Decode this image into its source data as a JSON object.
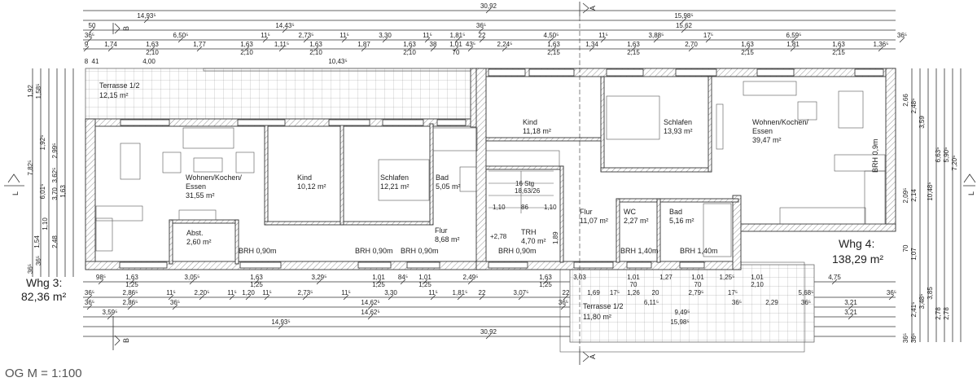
{
  "plan": {
    "caption": "OG   M = 1:100",
    "section_marks": {
      "a": "A",
      "b": "B",
      "l": "L"
    },
    "units": [
      {
        "name": "Whg 3:",
        "area": "82,36 m²"
      },
      {
        "name": "Whg 4:",
        "area": "138,29 m²"
      }
    ],
    "rooms": [
      {
        "name": "Terrasse 1/2",
        "area": "12,15 m²"
      },
      {
        "name": "Wohnen/Kochen/",
        "name2": "Essen",
        "area": "31,55 m²"
      },
      {
        "name": "Kind",
        "area": "10,12 m²"
      },
      {
        "name": "Schlafen",
        "area": "12,21 m²"
      },
      {
        "name": "Bad",
        "area": "5,05 m²"
      },
      {
        "name": "Abst.",
        "area": "2,60 m²"
      },
      {
        "name": "Flur",
        "area": "8,68 m²"
      },
      {
        "name": "Kind",
        "area": "11,18 m²"
      },
      {
        "name": "Schlafen",
        "area": "13,93 m²"
      },
      {
        "name": "Wohnen/Kochen/",
        "name2": "Essen",
        "area": "39,47 m²"
      },
      {
        "name": "Flur",
        "area": "11,07 m²"
      },
      {
        "name": "WC",
        "area": "2,27 m²"
      },
      {
        "name": "Bad",
        "area": "5,16 m²"
      },
      {
        "name": "TRH",
        "area": "4,70 m²"
      },
      {
        "name": "Terrasse 1/2",
        "area": "11,80 m²"
      }
    ],
    "brh": [
      "BRH 0,90m",
      "BRH 0,90m",
      "BRH 0,90m",
      "BRH 0,90m",
      "BRH 1,40m",
      "BRH 1,40m",
      "BRH 0,9m"
    ],
    "stair": {
      "steps": "16 Stg",
      "ratio": "18,63/26",
      "width_l": "1,10",
      "width_m": "86",
      "width_r": "1,10",
      "level": "+2,78",
      "h": "1,89"
    },
    "dims_top": [
      [
        "30,92"
      ],
      [
        "14,93⁵",
        "15,98⁵"
      ],
      [
        "50",
        "14,43⁵",
        "36⁵",
        "15.62"
      ],
      [
        "36⁵",
        "6,50⁵",
        "11⁵",
        "2,73⁵",
        "11⁵",
        "3,30",
        "11⁵",
        "1,81⁵",
        "22",
        "4,50⁵",
        "11⁵",
        "3,88⁵",
        "17⁵",
        "6,59⁵",
        "36⁵"
      ],
      [
        "9",
        "1,74",
        "1,63",
        "1,77",
        "1,63",
        "1,11⁵",
        "1,63",
        "1,87",
        "1,63",
        "38",
        "1,01",
        "43⁵",
        "2,24⁵",
        "1,63",
        "1,34",
        "1,63",
        "2,70",
        "1,63",
        "1,81",
        "1,63",
        "1,36⁵"
      ],
      [
        "2,10",
        "2,10",
        "2,10",
        "2,10",
        "70",
        "2,15",
        "2,15",
        "2,15",
        "2,15"
      ],
      [
        "8",
        "41",
        "4,00",
        "10,43⁵"
      ]
    ],
    "dims_bottom": [
      [
        "98⁵",
        "1,63",
        "3,05⁵",
        "1,63",
        "3,29⁵",
        "1,01",
        "84⁵",
        "1,01",
        "2,49⁵",
        "1,63",
        "3,03",
        "1,01",
        "1,27",
        "1,01",
        "1,25⁵",
        "1,01",
        "4,75"
      ],
      [
        "1,25",
        "1,25",
        "1,25",
        "1,25",
        "1,25",
        "70",
        "70",
        "2,10"
      ],
      [
        "36⁵",
        "2,86⁵",
        "11⁵",
        "2,20⁵",
        "11⁵",
        "1,20",
        "11⁵",
        "2,73⁵",
        "11⁵",
        "3,30",
        "11⁵",
        "1,81⁵",
        "22",
        "3,07⁵",
        "22",
        "1,69",
        "17⁵",
        "1,26",
        "20",
        "2,79⁵",
        "17⁵",
        "5,68⁵",
        "36⁵"
      ],
      [
        "36⁵",
        "2,86⁵",
        "36⁵",
        "14,62⁵",
        "36⁵",
        "6,11⁵",
        "36⁵",
        "2,29",
        "36⁵",
        "3,21"
      ],
      [
        "3,59⁵",
        "14,62⁵",
        "9,49⁵",
        "3,21"
      ],
      [
        "14,93⁵",
        "15,98⁵"
      ],
      [
        "30,92"
      ]
    ],
    "dims_left": [
      "1,92",
      "1,58⁵",
      "7,82⁵",
      "6,01⁵",
      "3,62⁵",
      "3,70",
      "2,99⁵",
      "1,92⁵",
      "1,63",
      "1,54",
      "1,10",
      "2,48",
      "36⁵",
      "36⁵"
    ],
    "dims_right": [
      "2,66",
      "2,48⁵",
      "3,59",
      "5,90⁵",
      "6,63⁵",
      "7,20⁵",
      "10,48⁵",
      "2,09⁵",
      "2,14",
      "1,07",
      "70",
      "3,48⁵",
      "3,85",
      "2,41⁵",
      "2,78",
      "2,78",
      "36⁵",
      "36⁵"
    ]
  }
}
